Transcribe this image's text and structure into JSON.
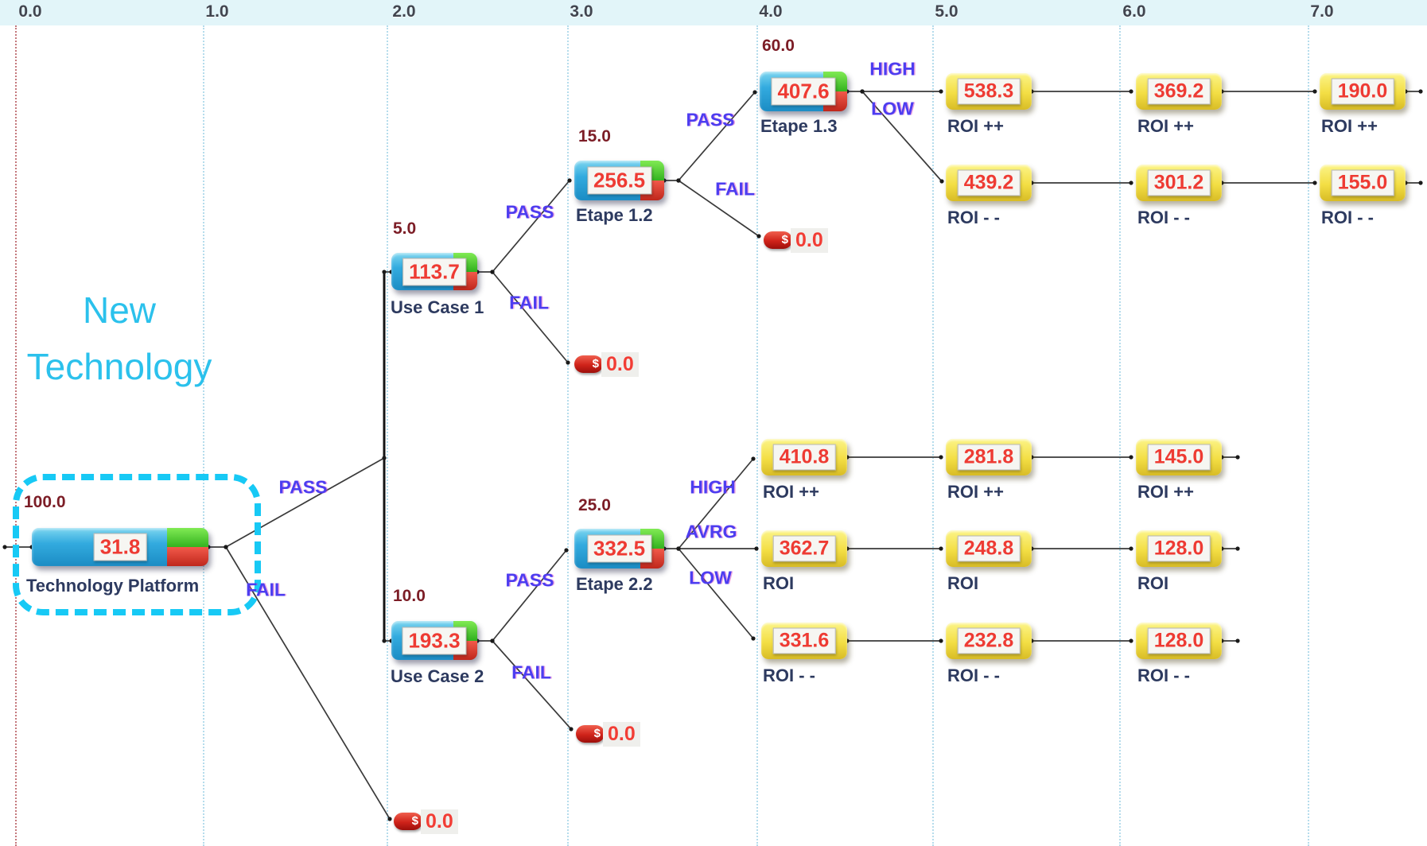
{
  "axis": {
    "ticks": [
      "0.0",
      "1.0",
      "2.0",
      "3.0",
      "4.0",
      "5.0",
      "6.0",
      "7.0"
    ]
  },
  "annotation": {
    "title_line1": "New",
    "title_line2": "Technology"
  },
  "colors": {
    "accent_cyan": "#1cc7f2",
    "node_blue": "#2aa7dd",
    "node_yellow": "#f3de44",
    "value_red": "#ee3b33",
    "branch_label_blue": "#4d3df0",
    "probability_maroon": "#7c1d26",
    "name_navy": "#2d3a5f"
  },
  "decision_nodes": {
    "root": {
      "prob": "100.0",
      "value": "31.8",
      "name": "Technology Platform"
    },
    "use_case_1": {
      "prob": "5.0",
      "value": "113.7",
      "name": "Use Case 1"
    },
    "use_case_2": {
      "prob": "10.0",
      "value": "193.3",
      "name": "Use Case 2"
    },
    "etape_1_2": {
      "prob": "15.0",
      "value": "256.5",
      "name": "Etape 1.2"
    },
    "etape_1_3": {
      "prob": "60.0",
      "value": "407.6",
      "name": "Etape 1.3"
    },
    "etape_2_2": {
      "prob": "25.0",
      "value": "332.5",
      "name": "Etape 2.2"
    }
  },
  "payoff_nodes": [
    {
      "value": "538.3",
      "name": "ROI ++"
    },
    {
      "value": "369.2",
      "name": "ROI ++"
    },
    {
      "value": "190.0",
      "name": "ROI ++"
    },
    {
      "value": "439.2",
      "name": "ROI - -"
    },
    {
      "value": "301.2",
      "name": "ROI - -"
    },
    {
      "value": "155.0",
      "name": "ROI - -"
    },
    {
      "value": "410.8",
      "name": "ROI ++"
    },
    {
      "value": "281.8",
      "name": "ROI ++"
    },
    {
      "value": "145.0",
      "name": "ROI ++"
    },
    {
      "value": "362.7",
      "name": "ROI"
    },
    {
      "value": "248.8",
      "name": "ROI"
    },
    {
      "value": "128.0",
      "name": "ROI"
    },
    {
      "value": "331.6",
      "name": "ROI - -"
    },
    {
      "value": "232.8",
      "name": "ROI - -"
    },
    {
      "value": "128.0",
      "name": "ROI - -"
    }
  ],
  "terminal_nodes": [
    {
      "value": "0.0",
      "icon": "$"
    },
    {
      "value": "0.0",
      "icon": "$"
    },
    {
      "value": "0.0",
      "icon": "$"
    },
    {
      "value": "0.0",
      "icon": "$"
    }
  ],
  "branch_labels": {
    "root_pass": "PASS",
    "root_fail": "FAIL",
    "uc1_pass": "PASS",
    "uc1_fail": "FAIL",
    "e12_pass": "PASS",
    "e12_fail": "FAIL",
    "e13_high": "HIGH",
    "e13_low": "LOW",
    "uc2_pass": "PASS",
    "uc2_fail": "FAIL",
    "e22_high": "HIGH",
    "e22_avrg": "AVRG",
    "e22_low": "LOW"
  }
}
